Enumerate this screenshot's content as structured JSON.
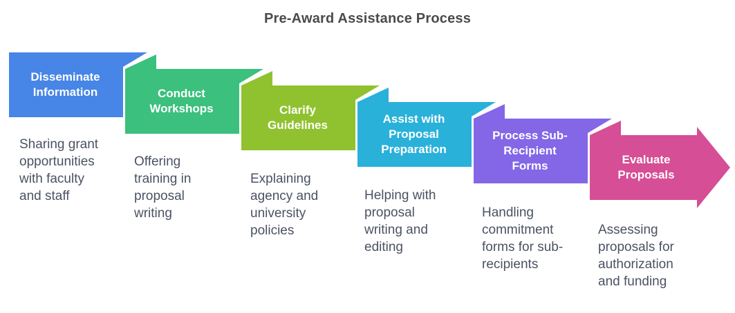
{
  "title": "Pre-Award Assistance Process",
  "colors": {
    "background": "#ffffff",
    "title_text": "#4a4a4a",
    "description_text": "#4a5263",
    "step_label_text": "#ffffff"
  },
  "steps": [
    {
      "label": "Disseminate\nInformation",
      "description": "Sharing grant\nopportunities\nwith faculty\nand staff",
      "color": "#4785e6"
    },
    {
      "label": "Conduct\nWorkshops",
      "description": "Offering\ntraining in\nproposal\nwriting",
      "color": "#3bc07d"
    },
    {
      "label": "Clarify\nGuidelines",
      "description": "Explaining\nagency and\nuniversity\npolicies",
      "color": "#90c22f"
    },
    {
      "label": "Assist with\nProposal\nPreparation",
      "description": "Helping with\nproposal\nwriting and\nediting",
      "color": "#29b1da"
    },
    {
      "label": "Process Sub-\nRecipient\nForms",
      "description": "Handling\ncommitment\nforms for sub-\nrecipients",
      "color": "#8367e7"
    },
    {
      "label": "Evaluate\nProposals",
      "description": "Assessing\nproposals for\nauthorization\nand funding",
      "color": "#d64e95"
    }
  ]
}
